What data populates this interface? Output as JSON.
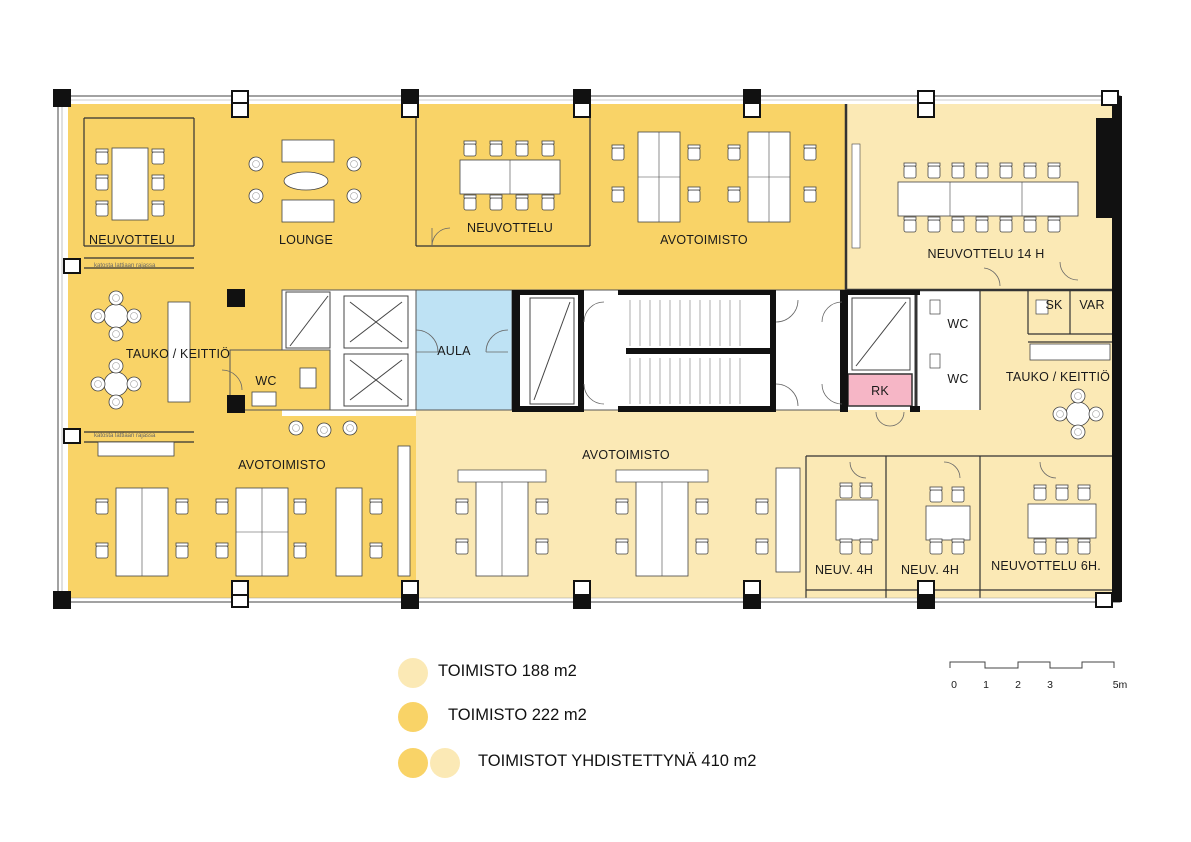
{
  "rooms": {
    "neuvottelu_nw": "NEUVOTTELU",
    "lounge": "LOUNGE",
    "neuvottelu_n": "NEUVOTTELU",
    "avotoimisto_n": "AVOTOIMISTO",
    "neuvottelu_14h": "NEUVOTTELU 14 H",
    "tauko_keittio_w": "TAUKO / KEITTIÖ",
    "wc_w": "WC",
    "aula": "AULA",
    "wc_e1": "WC",
    "wc_e2": "WC",
    "rk": "RK",
    "sk": "SK",
    "var": "VAR",
    "tauko_keittio_e": "TAUKO / KEITTIÖ",
    "avotoimisto_sw": "AVOTOIMISTO",
    "avotoimisto_s": "AVOTOIMISTO",
    "neuv_4h_1": "NEUV. 4H",
    "neuv_4h_2": "NEUV. 4H",
    "neuvottelu_6h": "NEUVOTTELU 6H.",
    "window_note_1": "katosta lattiaan rajassa",
    "window_note_2": "katosta lattiaan rajassa"
  },
  "legend": {
    "items": [
      {
        "label": "TOIMISTO  188 m2",
        "color": "#FBE9B5"
      },
      {
        "label": "TOIMISTO  222 m2",
        "color": "#F9D367"
      },
      {
        "label": "TOIMISTOT YHDISTETTYNÄ 410 m2",
        "colors": [
          "#F9D367",
          "#FBE9B5"
        ]
      }
    ]
  },
  "scale": {
    "labels": [
      "0",
      "1",
      "2",
      "3",
      "5m"
    ]
  },
  "colors": {
    "office_222": "#F9D367",
    "office_188": "#FBE9B5",
    "aula": "#BEE2F4",
    "rk": "#F6B6C6",
    "walls": "#111111"
  }
}
